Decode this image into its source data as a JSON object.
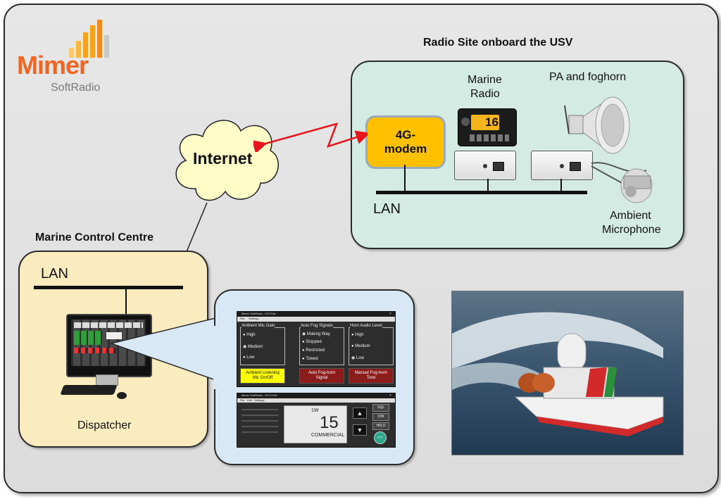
{
  "logo": {
    "brand": "Mimer",
    "product": "SoftRadio",
    "bar_color": "#f7a21b",
    "text_color": "#f26522"
  },
  "radio_site": {
    "title": "Radio Site onboard the USV",
    "modem": "4G-\nmodem",
    "modem_line1": "4G-",
    "modem_line2": "modem",
    "marine_radio_l1": "Marine",
    "marine_radio_l2": "Radio",
    "radio_display": "16",
    "pa_label": "PA and foghorn",
    "lan": "LAN",
    "mic_l1": "Ambient",
    "mic_l2": "Microphone"
  },
  "internet": "Internet",
  "control_centre": {
    "title": "Marine Control Centre",
    "lan": "LAN",
    "dispatcher": "Dispatcher"
  },
  "app_top": {
    "window_title": "Mimer SoftRadio - DS+Ellie",
    "menu": [
      "File",
      "Settings"
    ],
    "groups": [
      {
        "title": "Ambient Mic Gain",
        "options": [
          "High",
          "Medium",
          "Low"
        ]
      },
      {
        "title": "Auto Fog Signals",
        "options": [
          "Making Way",
          "Stopped",
          "Restricted",
          "Towed"
        ]
      },
      {
        "title": "Horn Audio Level",
        "options": [
          "High",
          "Medium",
          "Low"
        ]
      }
    ],
    "buttons": [
      "Ambient Listening\nMic On/Off",
      "Auto Fog-horn\nSignal",
      "Manual Fog-horn\nTone"
    ],
    "button_a_l1": "Ambient Listening",
    "button_a_l2": "Mic On/Off",
    "button_b_l1": "Auto Fog-horn",
    "button_b_l2": "Signal",
    "button_c_l1": "Manual Fog-horn",
    "button_c_l2": "Tone"
  },
  "app_bottom": {
    "window_title": "Mimer SoftRadio - DS ICOM",
    "menu": [
      "File",
      "Edit",
      "Settings"
    ],
    "power": "1W",
    "channel": "15",
    "mode": "COMMERCIAL",
    "keys": [
      "SQL",
      "DW",
      "HI/LO"
    ],
    "ptt": "PTT"
  },
  "colors": {
    "radio_site_bg": "#d3ebe2",
    "centre_bg": "#fbecc0",
    "modem": "#ffc000",
    "link": "#e8141b",
    "cloud": "#fffcc8"
  }
}
